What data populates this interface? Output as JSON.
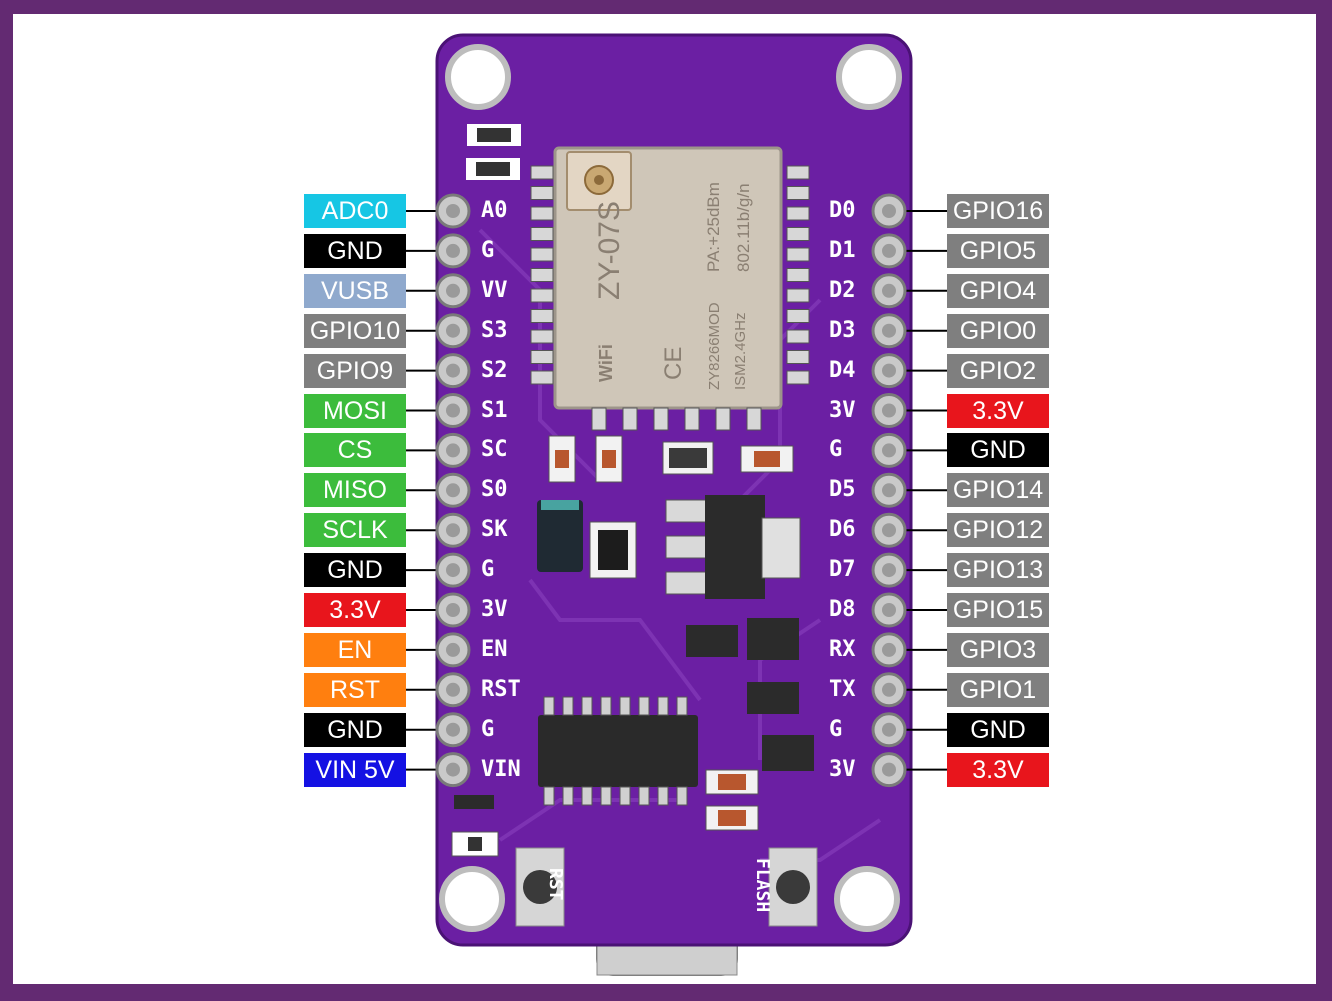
{
  "module": {
    "model": "ZY-07S",
    "power": "PA:+25dBm",
    "standard": "802.11b/g/n",
    "part": "ZY8266MOD",
    "band": "ISM2.4GHz",
    "wifi": "WiFi",
    "ce": "CE"
  },
  "buttons": {
    "rst": "RST",
    "flash": "FLASH"
  },
  "left_pins": [
    {
      "silk": "A0",
      "label": "ADC0",
      "color": "#16c6e4",
      "text_color": "#ffffff"
    },
    {
      "silk": "G",
      "label": "GND",
      "color": "#000000",
      "text_color": "#ffffff"
    },
    {
      "silk": "VV",
      "label": "VUSB",
      "color": "#8fa9cd",
      "text_color": "#ffffff"
    },
    {
      "silk": "S3",
      "label": "GPIO10",
      "color": "#7f7f7f",
      "text_color": "#ffffff"
    },
    {
      "silk": "S2",
      "label": "GPIO9",
      "color": "#7f7f7f",
      "text_color": "#ffffff"
    },
    {
      "silk": "S1",
      "label": "MOSI",
      "color": "#3cbc3c",
      "text_color": "#ffffff"
    },
    {
      "silk": "SC",
      "label": "CS",
      "color": "#3cbc3c",
      "text_color": "#ffffff"
    },
    {
      "silk": "S0",
      "label": "MISO",
      "color": "#3cbc3c",
      "text_color": "#ffffff"
    },
    {
      "silk": "SK",
      "label": "SCLK",
      "color": "#3cbc3c",
      "text_color": "#ffffff"
    },
    {
      "silk": "G",
      "label": "GND",
      "color": "#000000",
      "text_color": "#ffffff"
    },
    {
      "silk": "3V",
      "label": "3.3V",
      "color": "#e8151c",
      "text_color": "#ffffff"
    },
    {
      "silk": "EN",
      "label": "EN",
      "color": "#ff7f0f",
      "text_color": "#ffffff"
    },
    {
      "silk": "RST",
      "label": "RST",
      "color": "#ff7f0f",
      "text_color": "#ffffff"
    },
    {
      "silk": "G",
      "label": "GND",
      "color": "#000000",
      "text_color": "#ffffff"
    },
    {
      "silk": "VIN",
      "label": "VIN 5V",
      "color": "#1411e3",
      "text_color": "#ffffff"
    }
  ],
  "right_pins": [
    {
      "silk": "D0",
      "label": "GPIO16",
      "color": "#7f7f7f",
      "text_color": "#ffffff"
    },
    {
      "silk": "D1",
      "label": "GPIO5",
      "color": "#7f7f7f",
      "text_color": "#ffffff"
    },
    {
      "silk": "D2",
      "label": "GPIO4",
      "color": "#7f7f7f",
      "text_color": "#ffffff"
    },
    {
      "silk": "D3",
      "label": "GPIO0",
      "color": "#7f7f7f",
      "text_color": "#ffffff"
    },
    {
      "silk": "D4",
      "label": "GPIO2",
      "color": "#7f7f7f",
      "text_color": "#ffffff"
    },
    {
      "silk": "3V",
      "label": "3.3V",
      "color": "#e8151c",
      "text_color": "#ffffff"
    },
    {
      "silk": "G",
      "label": "GND",
      "color": "#000000",
      "text_color": "#ffffff"
    },
    {
      "silk": "D5",
      "label": "GPIO14",
      "color": "#7f7f7f",
      "text_color": "#ffffff"
    },
    {
      "silk": "D6",
      "label": "GPIO12",
      "color": "#7f7f7f",
      "text_color": "#ffffff"
    },
    {
      "silk": "D7",
      "label": "GPIO13",
      "color": "#7f7f7f",
      "text_color": "#ffffff"
    },
    {
      "silk": "D8",
      "label": "GPIO15",
      "color": "#7f7f7f",
      "text_color": "#ffffff"
    },
    {
      "silk": "RX",
      "label": "GPIO3",
      "color": "#7f7f7f",
      "text_color": "#ffffff"
    },
    {
      "silk": "TX",
      "label": "GPIO1",
      "color": "#7f7f7f",
      "text_color": "#ffffff"
    },
    {
      "silk": "G",
      "label": "GND",
      "color": "#000000",
      "text_color": "#ffffff"
    },
    {
      "silk": "3V",
      "label": "3.3V",
      "color": "#e8151c",
      "text_color": "#ffffff"
    }
  ],
  "colors": {
    "border": "#632a72",
    "board": "#6b1fa3",
    "module_shield": "#cfc6b8"
  }
}
